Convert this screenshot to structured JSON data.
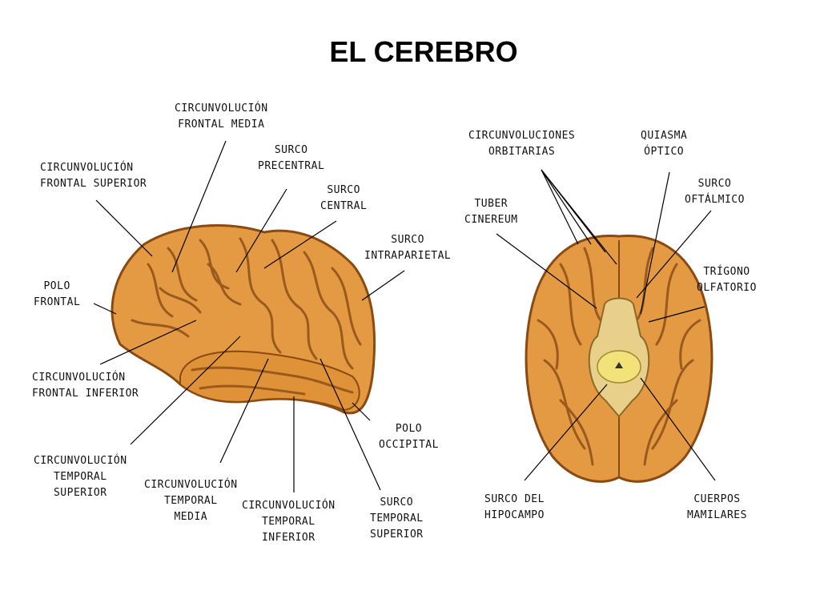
{
  "title": "EL CEREBRO",
  "colors": {
    "brain_fill": "#e39a42",
    "brain_edge": "#8a4a12",
    "gyri": "#9a5a1e",
    "center_yellow": "#f2e27a",
    "line": "#000000"
  },
  "labels": {
    "frontal_media": "CIRCUNVOLUCIÓN\nFRONTAL MEDIA",
    "frontal_superior": "CIRCUNVOLUCIÓN\nFRONTAL SUPERIOR",
    "surco_precentral": "SURCO\nPRECENTRAL",
    "surco_central": "SURCO\nCENTRAL",
    "surco_intraparietal": "SURCO\nINTRAPARIETAL",
    "polo_frontal": "POLO\nFRONTAL",
    "frontal_inferior": "CIRCUNVOLUCIÓN\nFRONTAL INFERIOR",
    "temporal_superior": "CIRCUNVOLUCIÓN\nTEMPORAL\nSUPERIOR",
    "temporal_media": "CIRCUNVOLUCIÓN\nTEMPORAL\nMEDIA",
    "temporal_inferior": "CIRCUNVOLUCIÓN\nTEMPORAL\nINFERIOR",
    "polo_occipital": "POLO\nOCCIPITAL",
    "surco_temporal_superior": "SURCO\nTEMPORAL\nSUPERIOR",
    "circ_orbitarias": "CIRCUNVOLUCIONES\nORBITARIAS",
    "quiasma_optico": "QUIASMA\nÓPTICO",
    "tuber_cinereum": "TUBER\nCINEREUM",
    "surco_oftalmico": "SURCO\nOFTÁLMICO",
    "trigono_olfatorio": "TRÍGONO\nOLFATORIO",
    "surco_hipocampo": "SURCO DEL\nHIPOCAMPO",
    "cuerpos_mamilares": "CUERPOS\nMAMILARES"
  }
}
